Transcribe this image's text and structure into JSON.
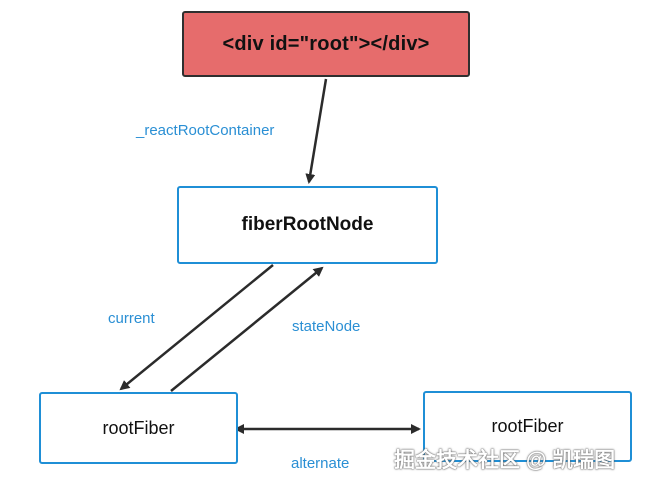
{
  "nodes": {
    "root": "<div id=\"root\"></div>",
    "fiber_root_node": "fiberRootNode",
    "root_fiber_left": "rootFiber",
    "root_fiber_right": "rootFiber"
  },
  "edges": {
    "react_root_container": "_reactRootContainer",
    "current": "current",
    "state_node": "stateNode",
    "alternate": "alternate"
  },
  "watermark": "掘金技术社区 @ 凯瑞图",
  "colors": {
    "root_fill": "#e66c6c",
    "node_border": "#1f8fd6",
    "label_text": "#2a8fd4",
    "arrow": "#2b2b2b"
  }
}
